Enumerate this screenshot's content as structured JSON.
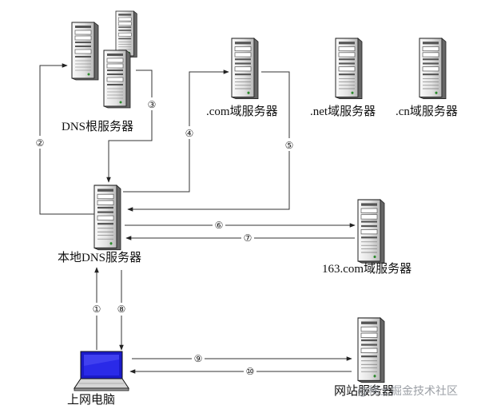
{
  "labels": {
    "root": "DNS根服务器",
    "com": ".com域服务器",
    "net": ".net域服务器",
    "cn": ".cn域服务器",
    "local": "本地DNS服务器",
    "site163": "163.com域服务器",
    "pc": "上网电脑",
    "web": "网站服务器"
  },
  "steps": [
    "①",
    "②",
    "③",
    "④",
    "⑤",
    "⑥",
    "⑦",
    "⑧",
    "⑨",
    "⑩"
  ],
  "watermark": "@稀土掘金技术社区"
}
